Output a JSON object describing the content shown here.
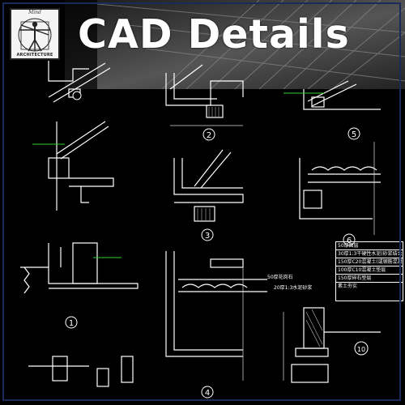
{
  "header": {
    "title": "CAD Details",
    "logo": {
      "caption_top": "Mind",
      "caption_bottom": "ARCHITECTURE",
      "icon": "vitruvian-man-icon"
    }
  },
  "detail_numbers": [
    "1",
    "2",
    "3",
    "4",
    "5",
    "6",
    "10"
  ],
  "legend": {
    "rows": [
      "50厚面层",
      "30厚1:3干硬性水泥(砂浆结合层)",
      "150厚C20混凝土(或钢筋混凝土)",
      "100厚C10混凝土垫层",
      "150厚碎石垫层",
      "素土夯实"
    ]
  },
  "labels": {
    "top_note": "50厚花岗石",
    "note_2": "20厚1:3水泥砂浆"
  },
  "colors": {
    "background": "#000000",
    "lines": "#ffffff",
    "accent": "#33cc33",
    "border": "#1b2a5a"
  }
}
